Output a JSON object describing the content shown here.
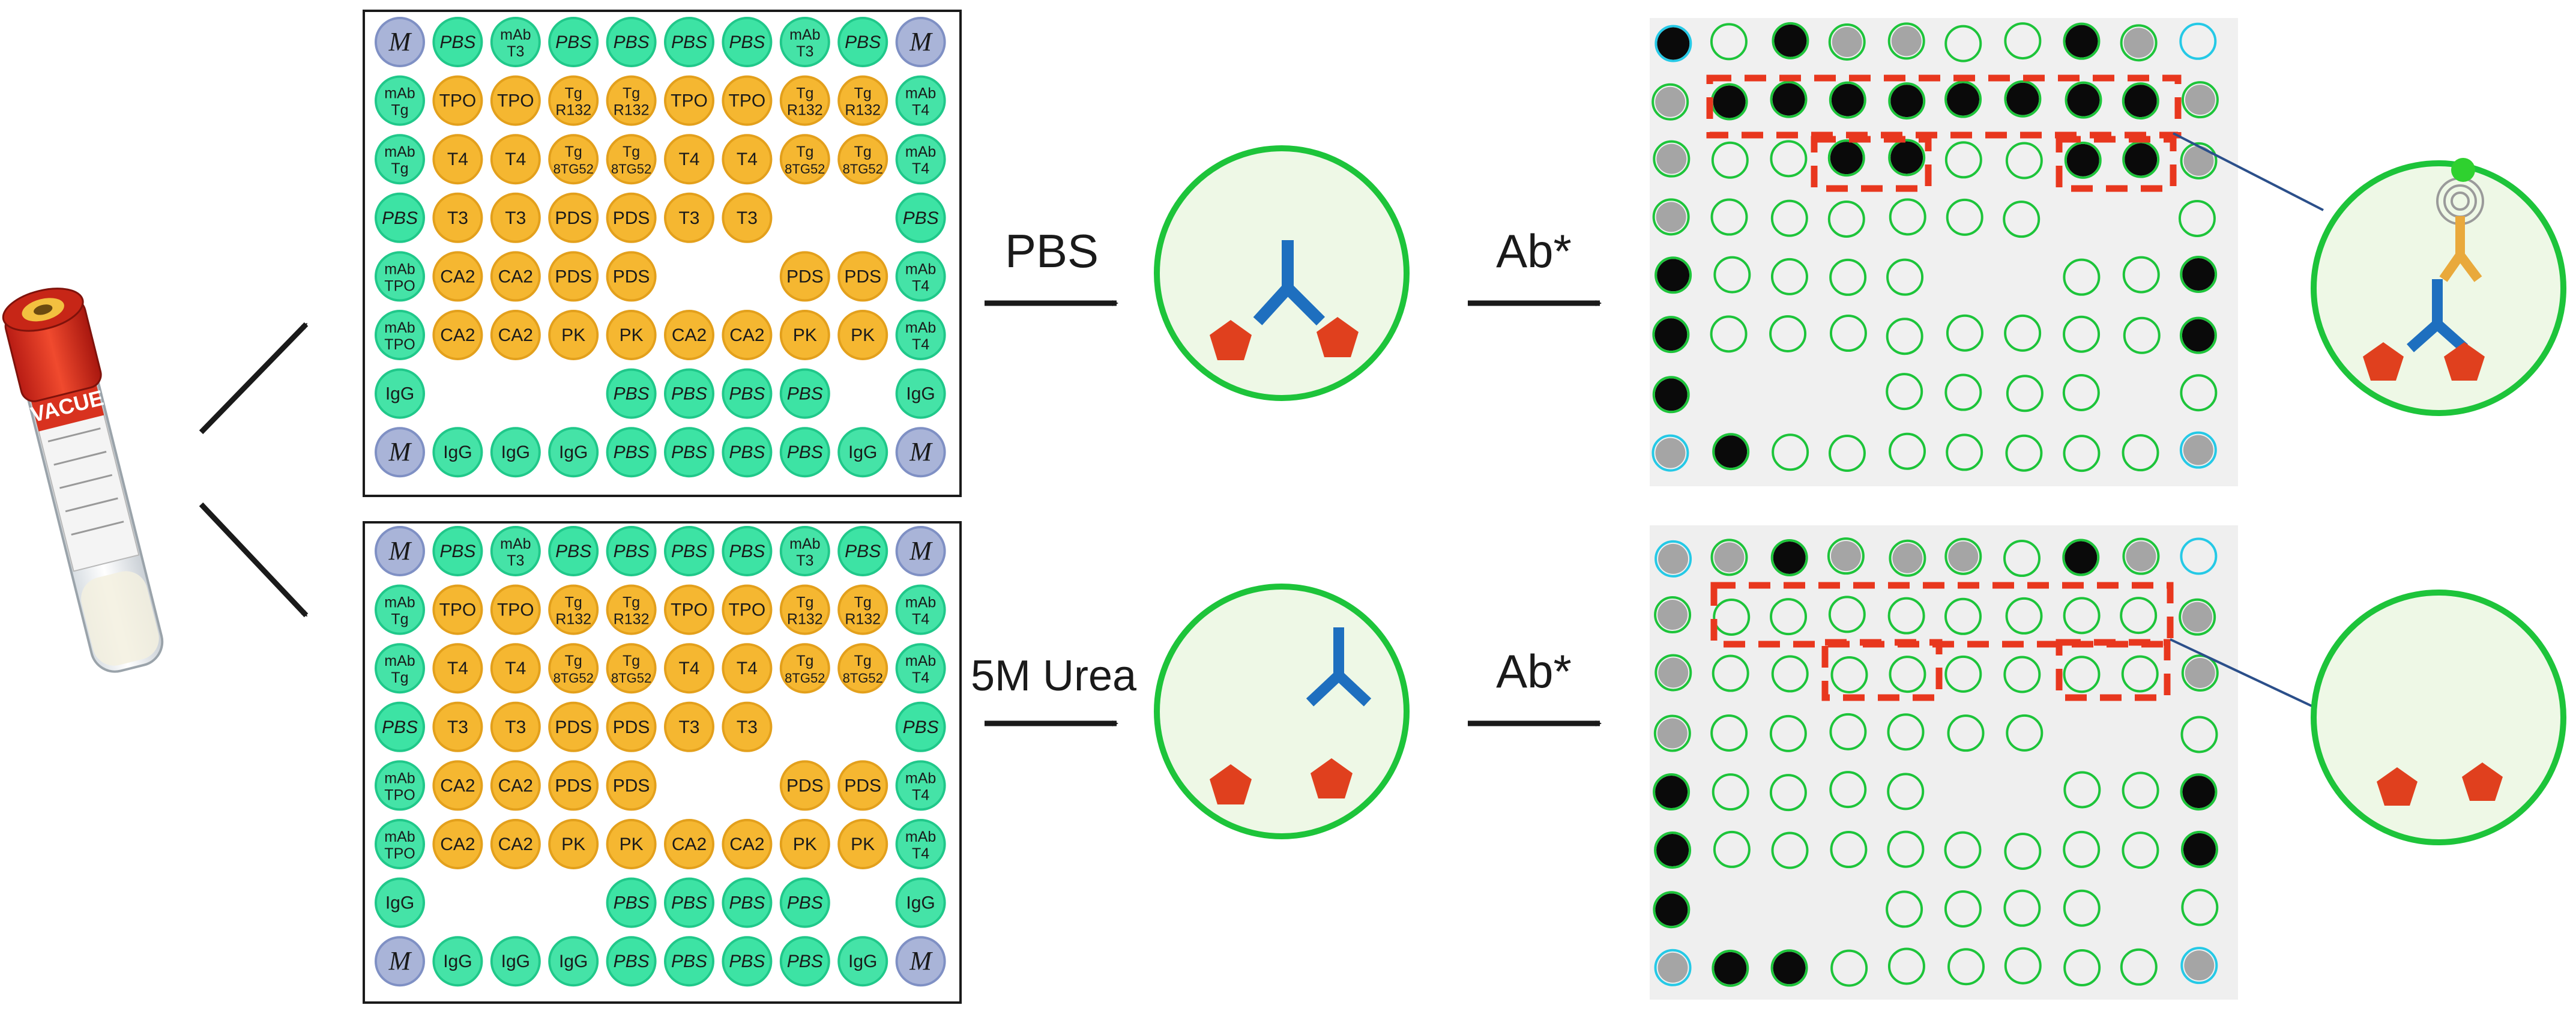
{
  "tube": {
    "label": "VACUE"
  },
  "labels": {
    "pbs_step": "PBS",
    "urea_step": "5M Urea",
    "ab_top": "Ab*",
    "ab_bottom": "Ab*"
  },
  "layout_grid": [
    [
      "M",
      "PBS",
      "mAb T3",
      "PBS",
      "PBS",
      "PBS",
      "PBS",
      "mAb T3",
      "PBS",
      "M"
    ],
    [
      "mAb Tg",
      "TPO",
      "TPO",
      "Tg R132",
      "Tg R132",
      "TPO",
      "TPO",
      "Tg R132",
      "Tg R132",
      "mAb T4"
    ],
    [
      "mAb Tg",
      "T4",
      "T4",
      "Tg 8TG52",
      "Tg 8TG52",
      "T4",
      "T4",
      "Tg 8TG52",
      "Tg 8TG52",
      "mAb T4"
    ],
    [
      "PBS",
      "T3",
      "T3",
      "PDS",
      "PDS",
      "T3",
      "T3",
      "",
      "",
      "PBS"
    ],
    [
      "mAb TPO",
      "CA2",
      "CA2",
      "PDS",
      "PDS",
      "",
      "",
      "PDS",
      "PDS",
      "mAb T4"
    ],
    [
      "mAb TPO",
      "CA2",
      "CA2",
      "PK",
      "PK",
      "CA2",
      "CA2",
      "PK",
      "PK",
      "mAb T4"
    ],
    [
      "IgG",
      "",
      "",
      "",
      "PBS",
      "PBS",
      "PBS",
      "PBS",
      "",
      "IgG"
    ],
    [
      "M",
      "IgG",
      "IgG",
      "IgG",
      "PBS",
      "PBS",
      "PBS",
      "PBS",
      "IgG",
      "M"
    ]
  ],
  "scan_top_dark": [
    [
      2,
      0,
      2,
      1,
      1,
      0,
      0,
      2,
      1,
      0
    ],
    [
      1,
      2,
      2,
      2,
      2,
      2,
      2,
      2,
      2,
      1
    ],
    [
      1,
      0,
      0,
      2,
      2,
      0,
      0,
      2,
      2,
      1
    ],
    [
      1,
      0,
      0,
      0,
      0,
      0,
      0,
      0,
      0,
      0
    ],
    [
      2,
      0,
      0,
      0,
      0,
      0,
      0,
      0,
      0,
      2
    ],
    [
      2,
      0,
      0,
      0,
      0,
      0,
      0,
      0,
      0,
      2
    ],
    [
      2,
      0,
      0,
      0,
      0,
      0,
      0,
      0,
      0,
      0
    ],
    [
      1,
      2,
      0,
      0,
      0,
      0,
      0,
      0,
      0,
      1
    ]
  ],
  "scan_bottom_dark": [
    [
      1,
      1,
      2,
      1,
      1,
      1,
      0,
      2,
      1,
      0
    ],
    [
      1,
      0,
      0,
      0,
      0,
      0,
      0,
      0,
      0,
      1
    ],
    [
      1,
      0,
      0,
      0,
      0,
      0,
      0,
      0,
      0,
      1
    ],
    [
      1,
      0,
      0,
      0,
      0,
      0,
      0,
      0,
      0,
      0
    ],
    [
      2,
      0,
      0,
      0,
      0,
      0,
      0,
      0,
      0,
      2
    ],
    [
      2,
      0,
      0,
      0,
      0,
      0,
      0,
      0,
      0,
      2
    ],
    [
      2,
      0,
      0,
      0,
      0,
      0,
      0,
      0,
      0,
      0
    ],
    [
      1,
      2,
      2,
      0,
      0,
      0,
      0,
      0,
      0,
      1
    ]
  ],
  "colors": {
    "marker": "#a9b4d8",
    "pbs": "#3de3a4",
    "mab": "#45e3a7",
    "antigen": "#f5b731",
    "green_ring": "#1dc43a",
    "cyan_ring": "#25c9e6",
    "red_dash": "#e8371e",
    "pentagon": "#e0401e",
    "antibody_blue": "#1e6fbf",
    "detector_orange": "#e9a93c",
    "fluor_green": "#2fd12f",
    "inset_fill": "#eef8e6"
  }
}
